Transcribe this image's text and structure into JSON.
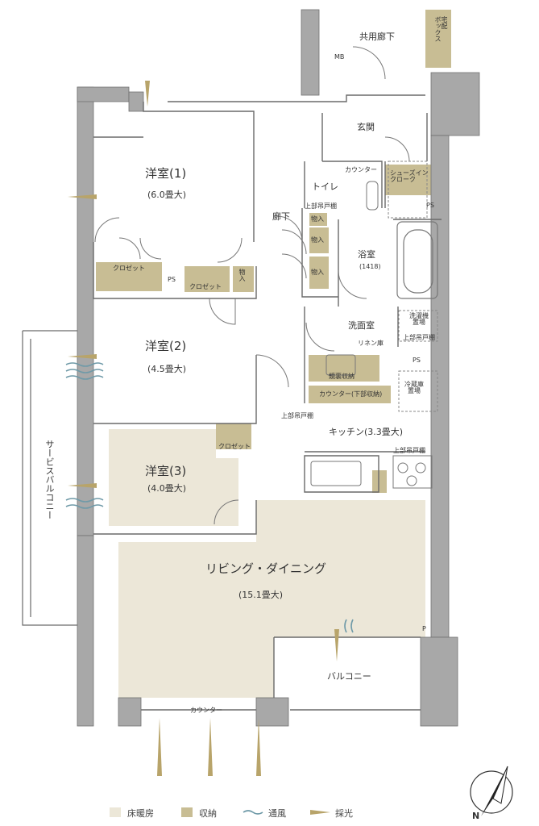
{
  "rooms": {
    "western1": {
      "name": "洋室(1)",
      "size": "(6.0畳大)"
    },
    "western2": {
      "name": "洋室(2)",
      "size": "(4.5畳大)"
    },
    "western3": {
      "name": "洋室(3)",
      "size": "(4.0畳大)"
    },
    "living": {
      "name": "リビング・ダイニング",
      "size": "(15.1畳大)"
    },
    "kitchen": "キッチン(3.3畳大)",
    "bath": {
      "name": "浴室",
      "size": "(1418)"
    },
    "washroom": "洗面室",
    "toilet": "トイレ",
    "entrance": "玄関",
    "corridor": "廊下",
    "common_corridor": "共用廊下",
    "balcony": "バルコニー",
    "service_balcony": "サービスバルコニー"
  },
  "labels": {
    "closet": "クロゼット",
    "storage": "物入",
    "ps": "PS",
    "mb": "MB",
    "p": "P",
    "counter": "カウンター",
    "shoes_in_closet": "シューズイン\nクローク",
    "delivery_box": "宅配\nボックス",
    "upper_cabinet": "上部吊戸棚",
    "linen": "リネン庫",
    "washing_machine": "洗濯機\n置場",
    "washing_sub": "上部吊戸棚",
    "fridge": "冷蔵庫\n置場",
    "counter_storage": "カウンター(下部収納)",
    "counter_bottom": "カウンター",
    "mirror_storage": "鏡裏収納"
  },
  "legend": [
    {
      "label": "床暖房",
      "color": "#ece7d8"
    },
    {
      "label": "収納",
      "color": "#c8bd94"
    },
    {
      "label": "通風",
      "color": "#6f9aa8"
    },
    {
      "label": "採光",
      "color": "#b8a46a"
    }
  ],
  "compass": "N"
}
